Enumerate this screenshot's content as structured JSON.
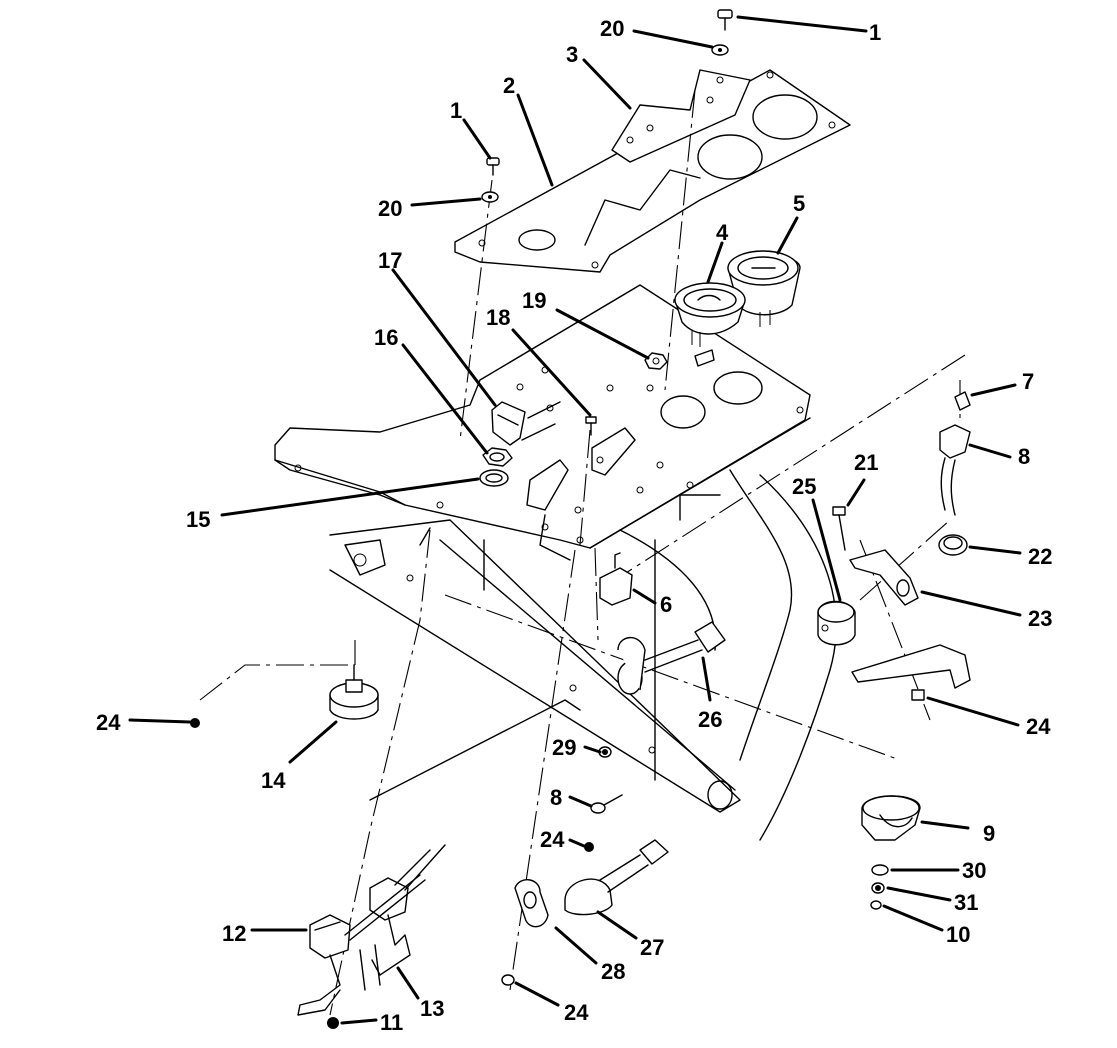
{
  "callouts": [
    {
      "label": "1"
    },
    {
      "label": "20"
    },
    {
      "label": "3"
    },
    {
      "label": "2"
    },
    {
      "label": "1"
    },
    {
      "label": "20"
    },
    {
      "label": "5"
    },
    {
      "label": "4"
    },
    {
      "label": "17"
    },
    {
      "label": "19"
    },
    {
      "label": "18"
    },
    {
      "label": "16"
    },
    {
      "label": "7"
    },
    {
      "label": "8"
    },
    {
      "label": "15"
    },
    {
      "label": "21"
    },
    {
      "label": "25"
    },
    {
      "label": "22"
    },
    {
      "label": "6"
    },
    {
      "label": "23"
    },
    {
      "label": "26"
    },
    {
      "label": "24"
    },
    {
      "label": "24"
    },
    {
      "label": "14"
    },
    {
      "label": "29"
    },
    {
      "label": "8"
    },
    {
      "label": "24"
    },
    {
      "label": "9"
    },
    {
      "label": "30"
    },
    {
      "label": "31"
    },
    {
      "label": "10"
    },
    {
      "label": "27"
    },
    {
      "label": "12"
    },
    {
      "label": "28"
    },
    {
      "label": "13"
    },
    {
      "label": "11"
    },
    {
      "label": "24"
    }
  ]
}
